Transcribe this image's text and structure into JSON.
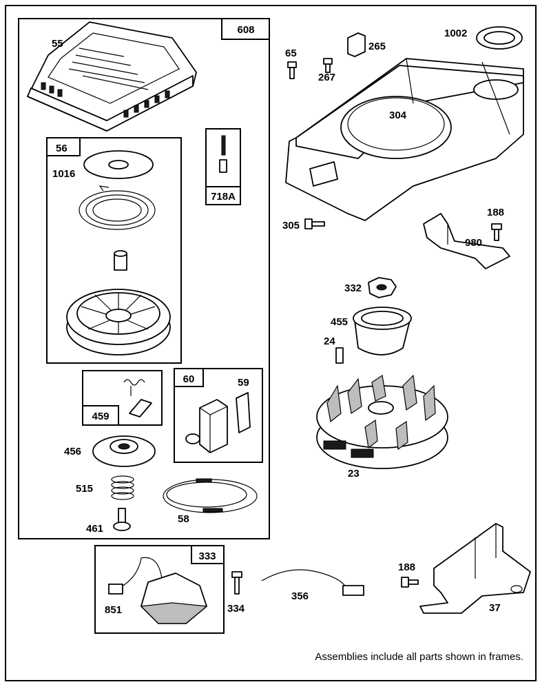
{
  "parts": {
    "p55": "55",
    "p608": "608",
    "p56": "56",
    "p1016": "1016",
    "p718A": "718A",
    "p459": "459",
    "p60": "60",
    "p59": "59",
    "p456": "456",
    "p515": "515",
    "p461": "461",
    "p58": "58",
    "p65": "65",
    "p267": "267",
    "p265": "265",
    "p1002": "1002",
    "p304": "304",
    "p305": "305",
    "p188a": "188",
    "p980": "980",
    "p332": "332",
    "p455": "455",
    "p24": "24",
    "p23": "23",
    "p333": "333",
    "p851": "851",
    "p334": "334",
    "p356": "356",
    "p188b": "188",
    "p37": "37"
  },
  "note": "Assemblies include all parts shown in frames."
}
